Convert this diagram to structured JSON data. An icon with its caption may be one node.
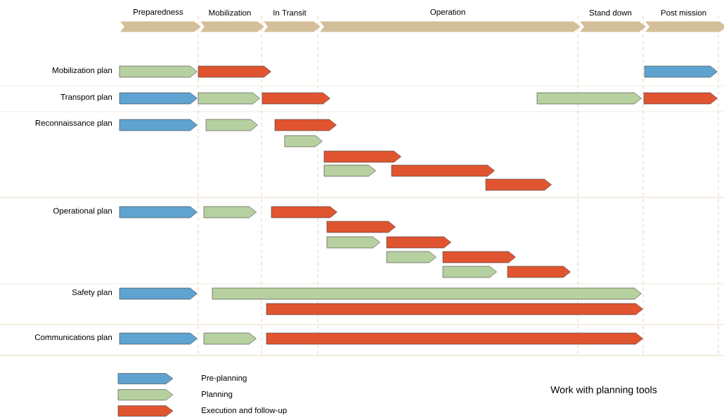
{
  "diagram": {
    "caption": "Work with planning tools",
    "nodes": [
      {
        "text": [
          "Preparedness"
        ]
      },
      {
        "text": [
          "Mobilization"
        ]
      },
      {
        "text": [
          "In Transit"
        ]
      },
      {
        "text": [
          "Operation"
        ]
      },
      {
        "text": [
          "Stand down"
        ]
      },
      {
        "text": [
          "Post mission"
        ]
      },
      {
        "text": [],
        "shape": "bar"
      },
      {
        "text": [],
        "shape": "bar"
      },
      {
        "text": [],
        "shape": "bar"
      },
      {
        "text": [],
        "shape": "bar"
      },
      {
        "text": [],
        "shape": "bar"
      },
      {
        "text": [],
        "shape": "bar"
      },
      {
        "text": [],
        "shape": "bar"
      },
      {
        "text": [],
        "shape": "bar"
      },
      {
        "text": [],
        "shape": "bar"
      },
      {
        "text": [],
        "shape": "bar"
      },
      {
        "text": [],
        "shape": "bar"
      },
      {
        "text": [],
        "shape": "bar"
      },
      {
        "text": [],
        "shape": "bar"
      },
      {
        "text": [],
        "shape": "bar"
      },
      {
        "text": [],
        "shape": "bar"
      },
      {
        "text": [],
        "shape": "bar"
      },
      {
        "text": [],
        "shape": "bar"
      },
      {
        "text": [],
        "shape": "bar"
      },
      {
        "text": [],
        "shape": "bar"
      },
      {
        "text": [],
        "shape": "bar"
      },
      {
        "text": [],
        "shape": "bar"
      },
      {
        "text": [],
        "shape": "bar"
      },
      {
        "text": [],
        "shape": "bar"
      },
      {
        "text": [],
        "shape": "bar"
      },
      {
        "text": [],
        "shape": "bar"
      },
      {
        "text": [],
        "shape": "bar"
      },
      {
        "text": [],
        "shape": "bar"
      },
      {
        "text": [],
        "shape": "bar"
      },
      {
        "text": [],
        "shape": "bar"
      },
      {
        "text": [],
        "shape": "bar"
      },
      {
        "text": [],
        "shape": "bar"
      },
      {
        "text": [],
        "shape": "bar"
      }
    ],
    "labels": [
      "Mobilization plan",
      "Transport plan",
      "Reconnaissance plan",
      "Operational plan",
      "Safety plan",
      "Communications plan"
    ],
    "legend": [
      {
        "text": "Pre-planning",
        "color": "#5fa3d0"
      },
      {
        "text": "Planning",
        "color": "#b7d0a0"
      },
      {
        "text": "Execution and follow-up",
        "color": "#e05530"
      }
    ]
  }
}
